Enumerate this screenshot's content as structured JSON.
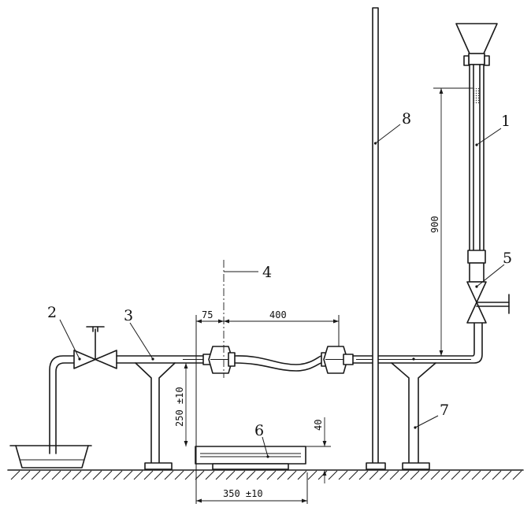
{
  "labels": {
    "l1": "1",
    "l2": "2",
    "l3": "3",
    "l4": "4",
    "l5": "5",
    "l6": "6",
    "l7": "7",
    "l8": "8"
  },
  "dimensions": {
    "d75": "75",
    "d400": "400",
    "d900": "900",
    "d40": "40",
    "d250": "250 ±10",
    "d350": "350 ±10"
  }
}
